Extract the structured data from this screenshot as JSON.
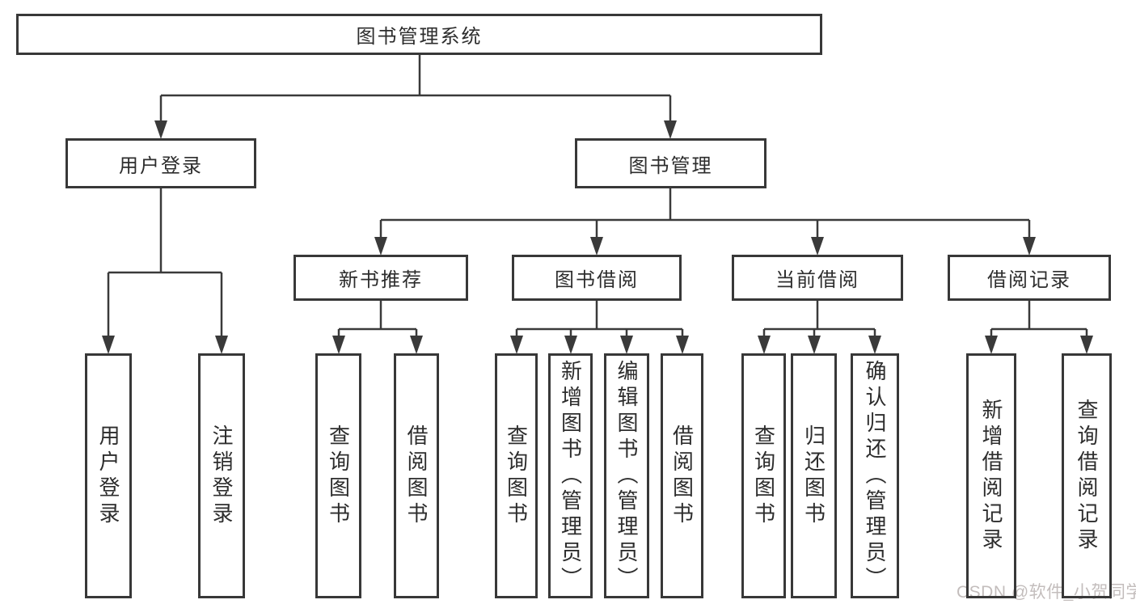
{
  "diagram": {
    "title": "图书管理系统",
    "branches": [
      {
        "label": "用户登录",
        "children": [
          "用户登录",
          "注销登录"
        ]
      },
      {
        "label": "图书管理",
        "children": [
          {
            "label": "新书推荐",
            "children": [
              "查询图书",
              "借阅图书"
            ]
          },
          {
            "label": "图书借阅",
            "children": [
              "查询图书",
              "新增图书（管理员）",
              "编辑图书（管理员）",
              "借阅图书"
            ]
          },
          {
            "label": "当前借阅",
            "children": [
              "查询图书",
              "归还图书",
              "确认归还（管理员）"
            ]
          },
          {
            "label": "借阅记录",
            "children": [
              "新增借阅记录",
              "查询借阅记录"
            ]
          }
        ]
      }
    ],
    "watermark": "CSDN @软件_小贺同学",
    "colors": {
      "line": "#3a3a3a",
      "border": "#383838",
      "text": "#2d2d2d",
      "watermark": "#c3bdbc"
    }
  }
}
